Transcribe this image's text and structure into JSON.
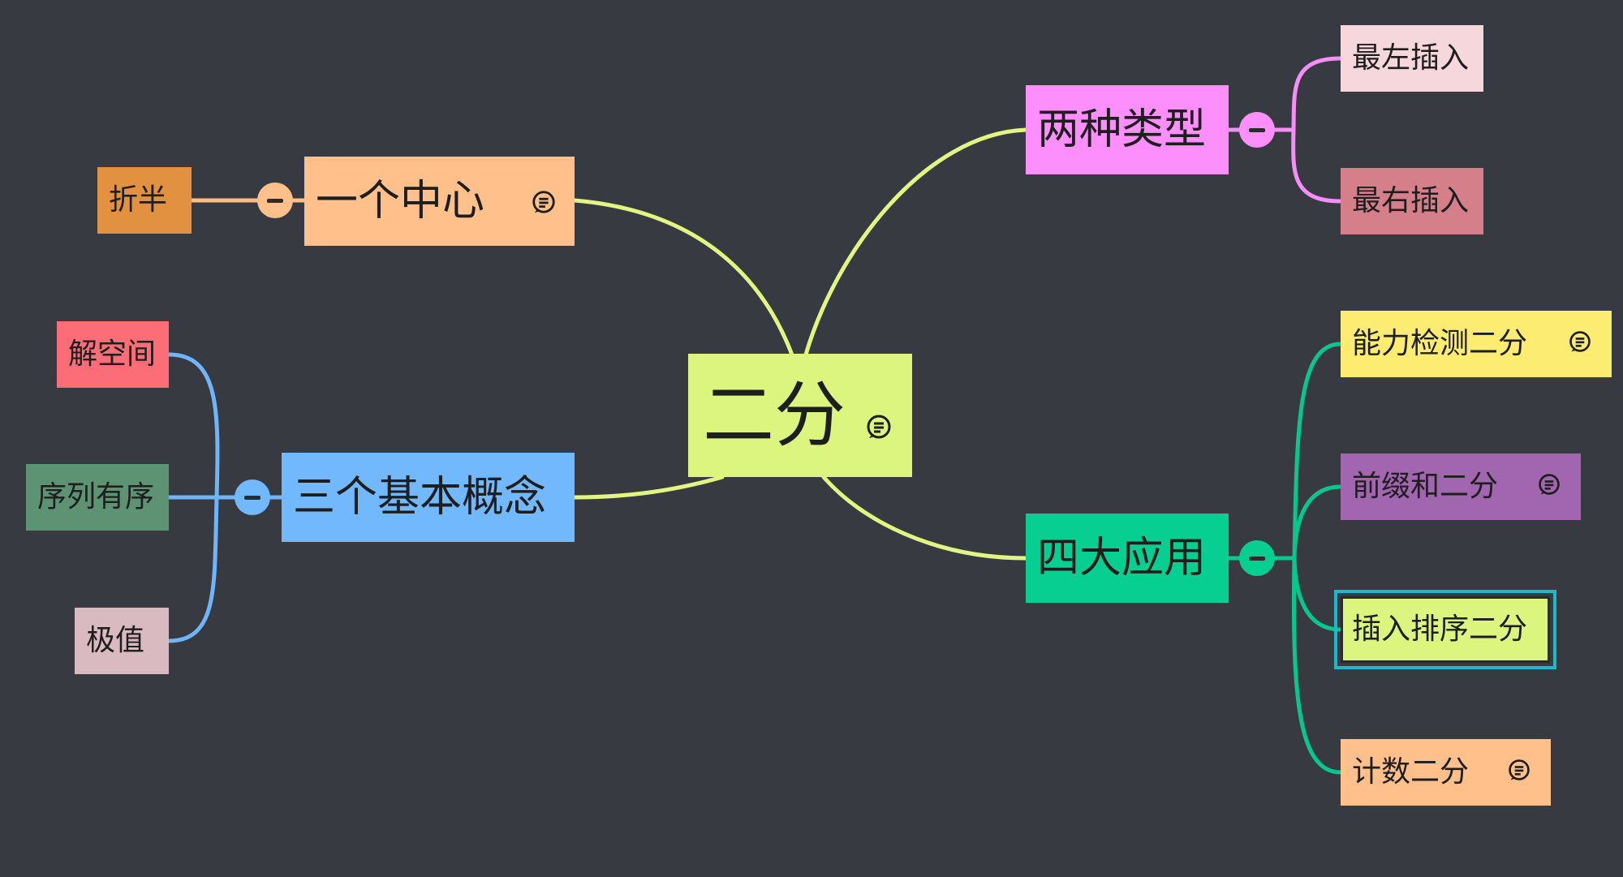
{
  "root": {
    "label": "二分",
    "icon": "note-icon",
    "color": "#dcf57f"
  },
  "branches": {
    "center": {
      "label": "一个中心",
      "icon": "note-icon",
      "color": "#ffc08b",
      "line_color": "#ffbf87",
      "children": [
        {
          "label": "折半",
          "color": "#e19140"
        }
      ]
    },
    "concepts": {
      "label": "三个基本概念",
      "color": "#72b8fd",
      "line_color": "#6fb5f8",
      "children": [
        {
          "label": "解空间",
          "color": "#fd6d78"
        },
        {
          "label": "序列有序",
          "color": "#5d9373"
        },
        {
          "label": "极值",
          "color": "#d9bac1"
        }
      ]
    },
    "types": {
      "label": "两种类型",
      "color": "#fc8ffc",
      "line_color": "#f68ef8",
      "children": [
        {
          "label": "最左插入",
          "color": "#f6d7dc"
        },
        {
          "label": "最右插入",
          "color": "#d57f8b"
        }
      ]
    },
    "apps": {
      "label": "四大应用",
      "color": "#06cf91",
      "line_color": "#06c88c",
      "children": [
        {
          "label": "能力检测二分",
          "icon": "note-icon",
          "color": "#fdec72"
        },
        {
          "label": "前缀和二分",
          "icon": "note-icon",
          "color": "#a265b0"
        },
        {
          "label": "插入排序二分",
          "color": "#dcf57f",
          "selected": true
        },
        {
          "label": "计数二分",
          "icon": "note-icon",
          "color": "#ffc08b"
        }
      ]
    }
  },
  "colors": {
    "background": "#383a42",
    "root_line": "#e2f582",
    "selection": "#1db8c9"
  }
}
